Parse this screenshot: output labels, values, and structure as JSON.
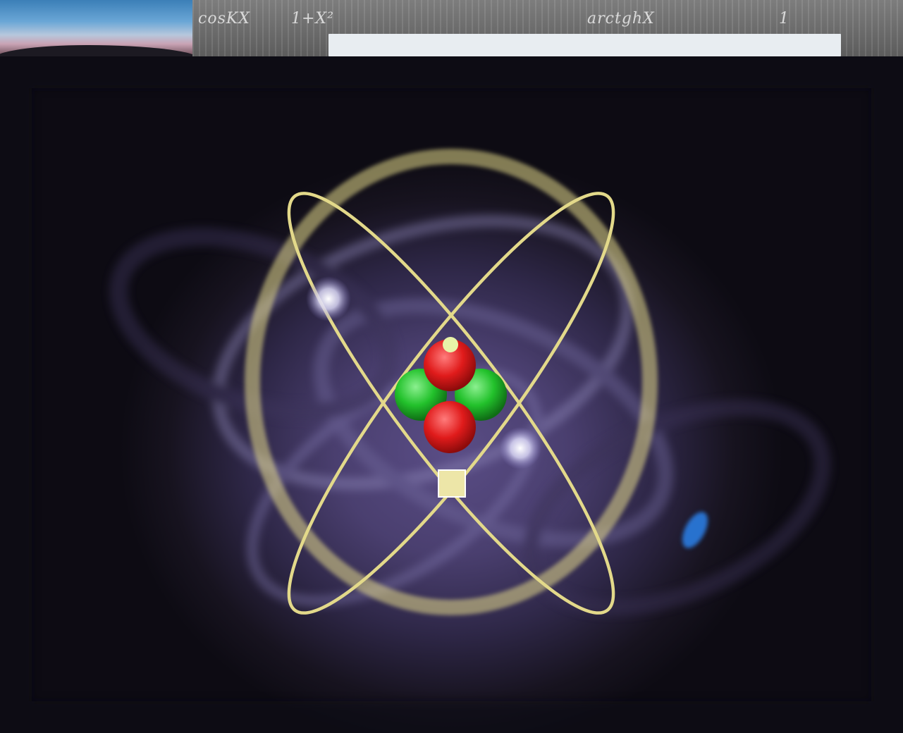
{
  "top_strip": {
    "chalk_text": [
      "cosKX",
      "1+X²",
      "arctghX",
      "1"
    ]
  },
  "scene": {
    "subject": "atom-illustration",
    "colors": {
      "orbit": "#e3d98a",
      "proton": "#e01b1b",
      "neutron": "#22c12b",
      "electron_blue": "#2b7be0",
      "background": "#4a3f6f"
    }
  }
}
